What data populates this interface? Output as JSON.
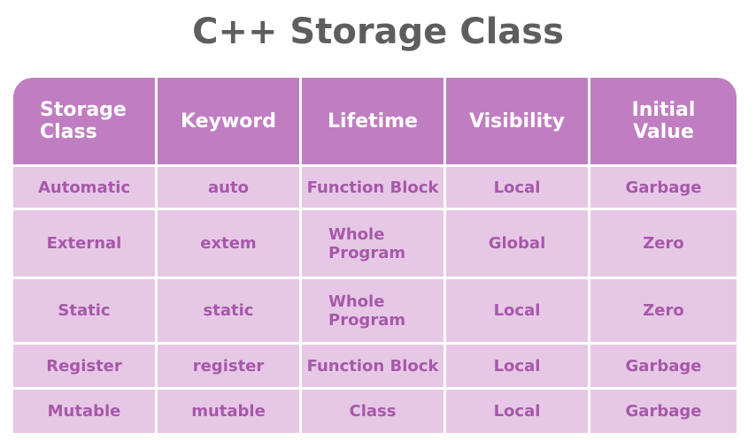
{
  "title": "C++ Storage Class",
  "table": {
    "headers": [
      "Storage Class",
      "Keyword",
      "Lifetime",
      "Visibility",
      "Initial Value"
    ],
    "rows": [
      [
        "Automatic",
        "auto",
        "Function Block",
        "Local",
        "Garbage"
      ],
      [
        "External",
        "extem",
        "Whole Program",
        "Global",
        "Zero"
      ],
      [
        "Static",
        "static",
        "Whole Program",
        "Local",
        "Zero"
      ],
      [
        "Register",
        "register",
        "Function Block",
        "Local",
        "Garbage"
      ],
      [
        "Mutable",
        "mutable",
        "Class",
        "Local",
        "Garbage"
      ]
    ]
  },
  "colors": {
    "header_bg": "#c07dc1",
    "row_bg": "#e6c8e6",
    "row_text": "#a758a9",
    "title_text": "#5e5e5e"
  }
}
